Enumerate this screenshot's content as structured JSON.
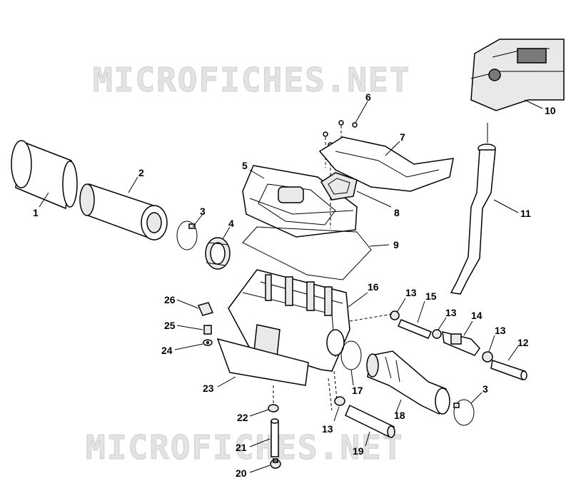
{
  "watermarks": {
    "top": "MICROFICHES.NET",
    "bottom": "MICROFICHES.NET"
  },
  "callouts": {
    "c1": "1",
    "c2": "2",
    "c3a": "3",
    "c3b": "3",
    "c4": "4",
    "c5": "5",
    "c6": "6",
    "c7": "7",
    "c8": "8",
    "c9": "9",
    "c10": "10",
    "c11": "11",
    "c12": "12",
    "c13a": "13",
    "c13b": "13",
    "c13c": "13",
    "c13d": "13",
    "c14": "14",
    "c15": "15",
    "c16": "16",
    "c17": "17",
    "c18": "18",
    "c19": "19",
    "c20": "20",
    "c21": "21",
    "c22": "22",
    "c23": "23",
    "c24": "24",
    "c25": "25",
    "c26": "26"
  }
}
